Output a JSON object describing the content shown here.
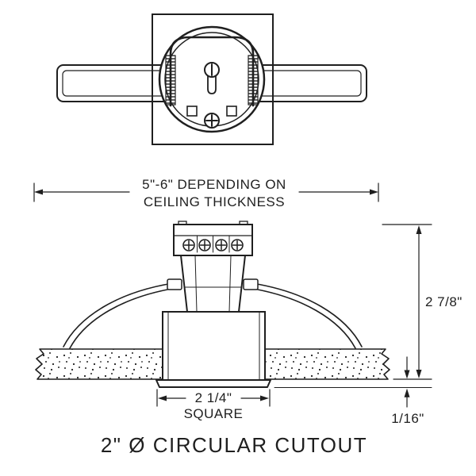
{
  "colors": {
    "ink": "#1f1f1f",
    "paper": "#ffffff"
  },
  "top_dimension": {
    "line1": "5\"-6\" DEPENDING ON",
    "line2": "CEILING THICKNESS"
  },
  "height_dimension": "2 7/8\"",
  "flange_dimension": "1/16\"",
  "cutout_dimension": {
    "line1": "2 1/4\"",
    "line2": "SQUARE"
  },
  "caption": "2\" Ø CIRCULAR CUTOUT"
}
